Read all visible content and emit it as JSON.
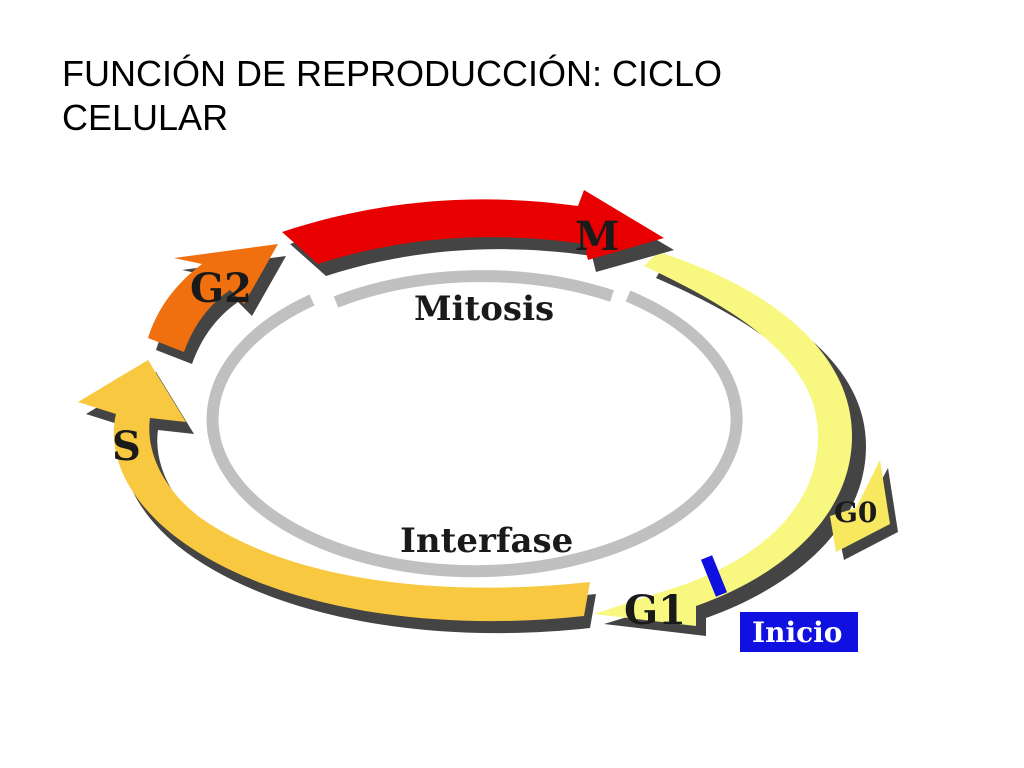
{
  "title": {
    "line1": "FUNCIÓN DE REPRODUCCIÓN: CICLO",
    "line2": "CELULAR"
  },
  "diagram": {
    "labels": {
      "m": "M",
      "g2": "G2",
      "s": "S",
      "g1": "G1",
      "g0": "G0",
      "mitosis": "Mitosis",
      "interfase": "Interfase",
      "inicio": "Inicio"
    },
    "colors": {
      "m_phase": "#e80000",
      "g2_phase": "#f07010",
      "s_phase": "#f8c840",
      "g1_phase": "#f8f880",
      "g0_arrow": "#f8e860",
      "shadow": "#444444",
      "inner_ring": "#c0c0c0",
      "inicio_box": "#1010e0",
      "inicio_text": "#ffffff"
    }
  }
}
